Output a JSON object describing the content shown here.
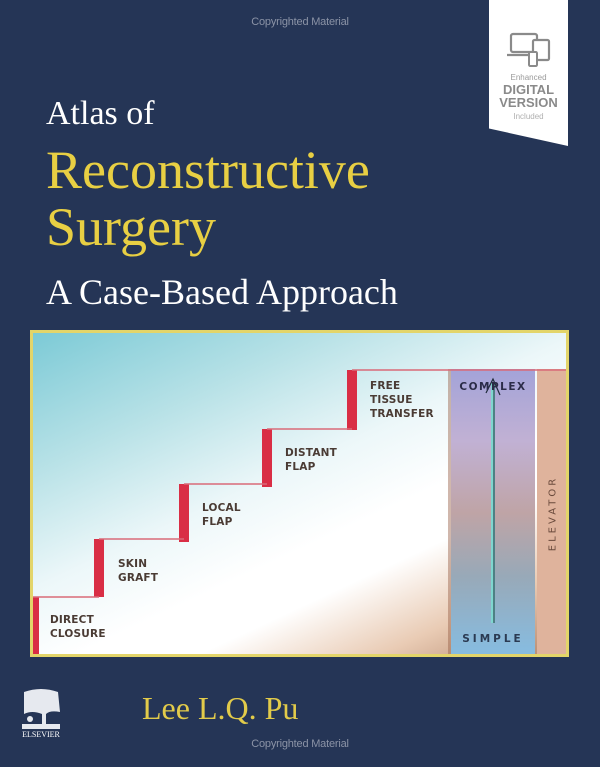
{
  "watermark": {
    "top": "Copyrighted Material",
    "bottom": "Copyrighted Material"
  },
  "badge": {
    "icon": "devices-icon",
    "line1": "Enhanced",
    "line2": "DIGITAL",
    "line3": "VERSION",
    "line4": "Included"
  },
  "title": {
    "prefix": "Atlas of",
    "line1": "Reconstructive",
    "line2": "Surgery",
    "subtitle": "A Case-Based Approach"
  },
  "figure": {
    "steps": [
      {
        "line1": "DIRECT",
        "line2": "CLOSURE"
      },
      {
        "line1": "SKIN",
        "line2": "GRAFT"
      },
      {
        "line1": "LOCAL",
        "line2": "FLAP"
      },
      {
        "line1": "DISTANT",
        "line2": "FLAP"
      },
      {
        "line1": "FREE",
        "line2": "TISSUE",
        "line3": "TRANSFER"
      }
    ],
    "top_label": "COMPLEX",
    "bottom_label": "SIMPLE",
    "side_label": "ELEVATOR",
    "colors": {
      "step_riser": "#d92e45",
      "border": "#e3d56a",
      "arrow": "#7fd6cf"
    }
  },
  "author": "Lee L.Q. Pu",
  "publisher": {
    "name": "ELSEVIER",
    "icon": "elsevier-tree-icon"
  },
  "colors": {
    "background": "#253556",
    "title_accent": "#e8cf43"
  }
}
